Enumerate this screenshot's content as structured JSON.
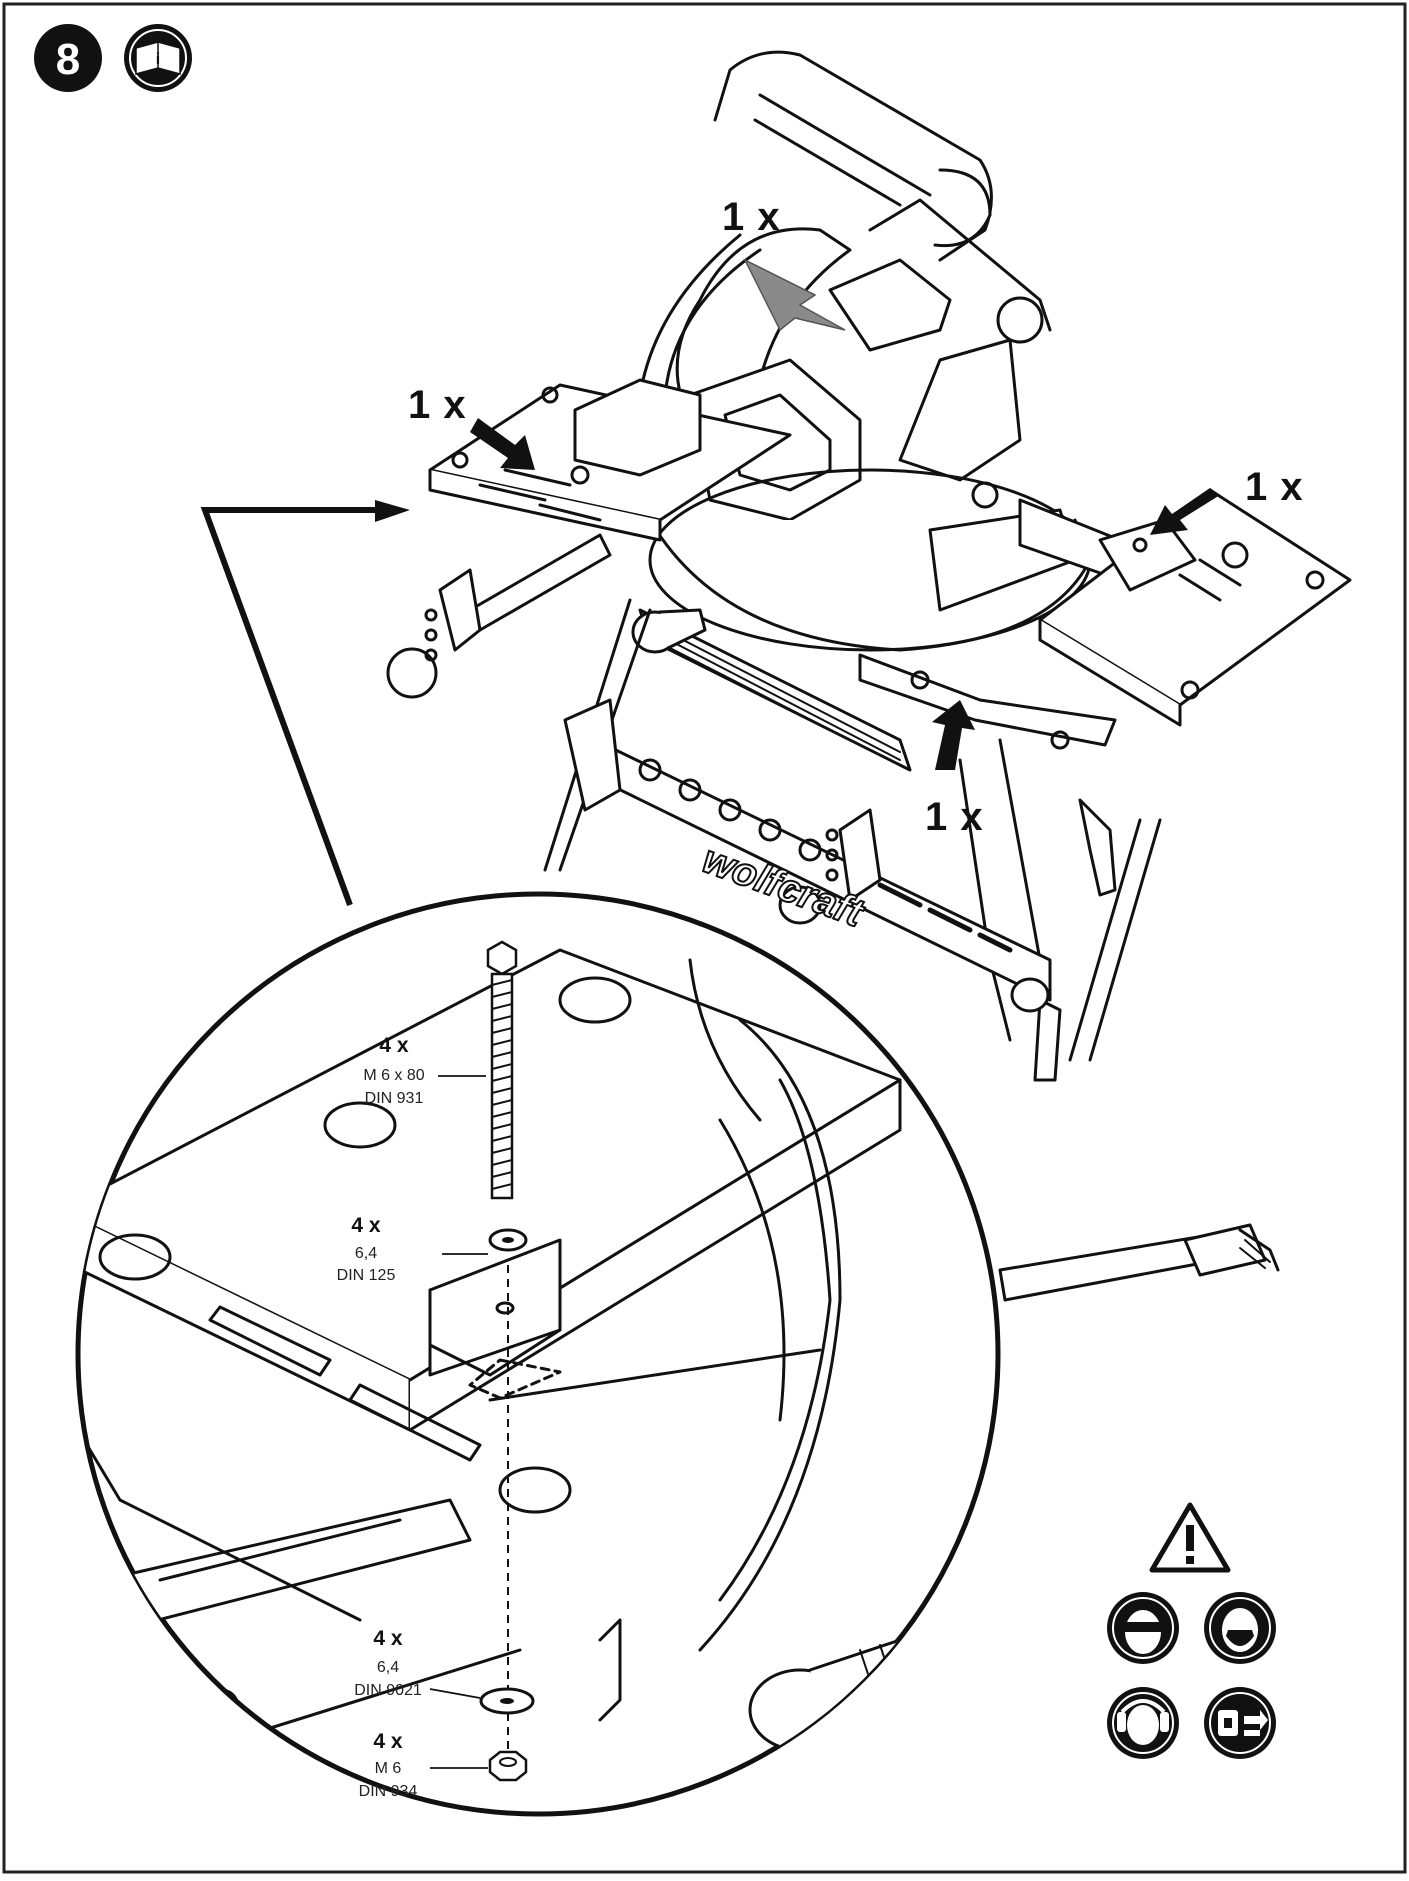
{
  "header": {
    "step_number": "8",
    "manual_icon": "read-manual-icon"
  },
  "quantity_callouts": {
    "top": "1 x",
    "left": "1 x",
    "right": "1 x",
    "front": "1 x"
  },
  "brand": "wolfcraft",
  "parts": {
    "bolt": {
      "qty": "4 x",
      "line1": "M 6 x 80",
      "line2": "DIN 931"
    },
    "washer_top": {
      "qty": "4 x",
      "line1": "6,4",
      "line2": "DIN 125"
    },
    "washer_bottom": {
      "qty": "4 x",
      "line1": "6,4",
      "line2": "DIN 9021"
    },
    "nut": {
      "qty": "4 x",
      "line1": "M 6",
      "line2": "DIN 934"
    }
  },
  "safety_icons": [
    "warning-triangle-icon",
    "safety-goggles-icon",
    "dust-mask-icon",
    "ear-protection-icon",
    "unplug-power-icon"
  ],
  "colors": {
    "ink": "#111111",
    "arrow_grey": "#8a8a8a",
    "paper": "#ffffff"
  }
}
